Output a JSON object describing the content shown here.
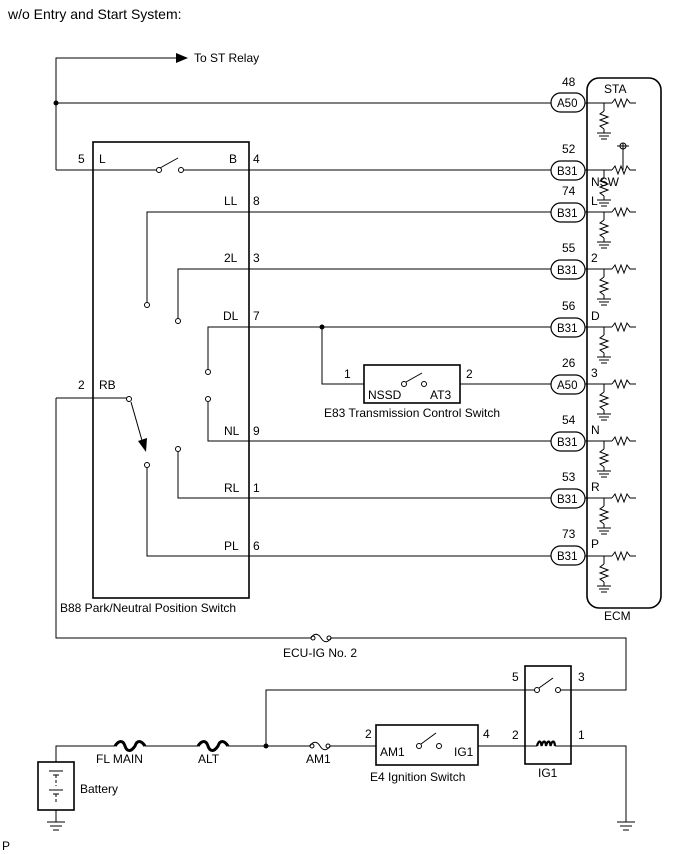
{
  "title": "w/o Entry and Start System:",
  "footnote": "P",
  "to_st_relay": "To ST Relay",
  "park_switch": {
    "label": "B88  Park/Neutral Position Switch",
    "pins": [
      {
        "side": "left",
        "num": "5",
        "name": "L"
      },
      {
        "side": "left",
        "num": "2",
        "name": "RB"
      },
      {
        "side": "right",
        "num": "4",
        "name": "B"
      },
      {
        "side": "right",
        "num": "8",
        "name": "LL"
      },
      {
        "side": "right",
        "num": "3",
        "name": "2L"
      },
      {
        "side": "right",
        "num": "7",
        "name": "DL"
      },
      {
        "side": "right",
        "num": "9",
        "name": "NL"
      },
      {
        "side": "right",
        "num": "1",
        "name": "RL"
      },
      {
        "side": "right",
        "num": "6",
        "name": "PL"
      }
    ]
  },
  "ecm": {
    "label": "ECM",
    "pins": [
      {
        "connector": "A50",
        "num": "48",
        "name": "STA"
      },
      {
        "connector": "B31",
        "num": "52",
        "name": "NSW"
      },
      {
        "connector": "B31",
        "num": "74",
        "name": "L"
      },
      {
        "connector": "B31",
        "num": "55",
        "name": "2"
      },
      {
        "connector": "B31",
        "num": "56",
        "name": "D"
      },
      {
        "connector": "A50",
        "num": "26",
        "name": "3"
      },
      {
        "connector": "B31",
        "num": "54",
        "name": "N"
      },
      {
        "connector": "B31",
        "num": "53",
        "name": "R"
      },
      {
        "connector": "B31",
        "num": "73",
        "name": "P"
      }
    ]
  },
  "trans_switch": {
    "label": "E83 Transmission Control Switch",
    "left_pin": "1",
    "right_pin": "2",
    "left_name": "NSSD",
    "right_name": "AT3"
  },
  "ignition_switch": {
    "label": "E4  Ignition Switch",
    "left_pin": "2",
    "right_pin": "4",
    "left_name": "AM1",
    "right_name": "IG1"
  },
  "relay": {
    "label": "IG1",
    "pins": [
      "5",
      "3",
      "2",
      "1"
    ]
  },
  "fuses": {
    "ecu_ig": "ECU-IG No. 2",
    "fl_main": "FL MAIN",
    "alt": "ALT",
    "am1": "AM1"
  },
  "battery": "Battery"
}
